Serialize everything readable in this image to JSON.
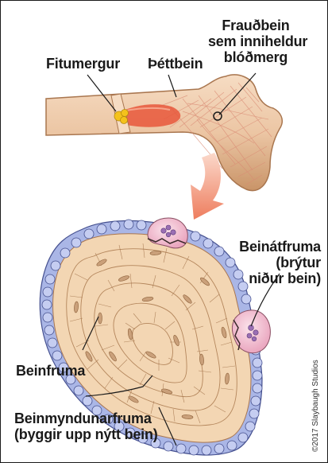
{
  "labels": {
    "spongy_bone": [
      "Frauðbein",
      "sem inniheldur",
      "blóðmerg"
    ],
    "fat_marrow": "Fitumergur",
    "compact_bone": "Þéttbein",
    "osteoclast": [
      "Beinátfruma",
      "(brýtur",
      "niður bein)"
    ],
    "osteocyte": "Beinfruma",
    "osteoblast": [
      "Beinmyndunarfruma",
      "(byggir upp nýtt bein)"
    ]
  },
  "credit": "©2017 Slaybaugh Studios",
  "colors": {
    "bone": "#f2d2b6",
    "bone_edge": "#a9764f",
    "marrow": "#e8573b",
    "fat": "#f4c21c",
    "tissue": "#f3d6b3",
    "lines": "#b4865c",
    "osteoblast": "#aab6e6",
    "osteoblast_edge": "#45508f",
    "osteoclast": "#f3c1d2",
    "arrow": "#f08f72"
  }
}
